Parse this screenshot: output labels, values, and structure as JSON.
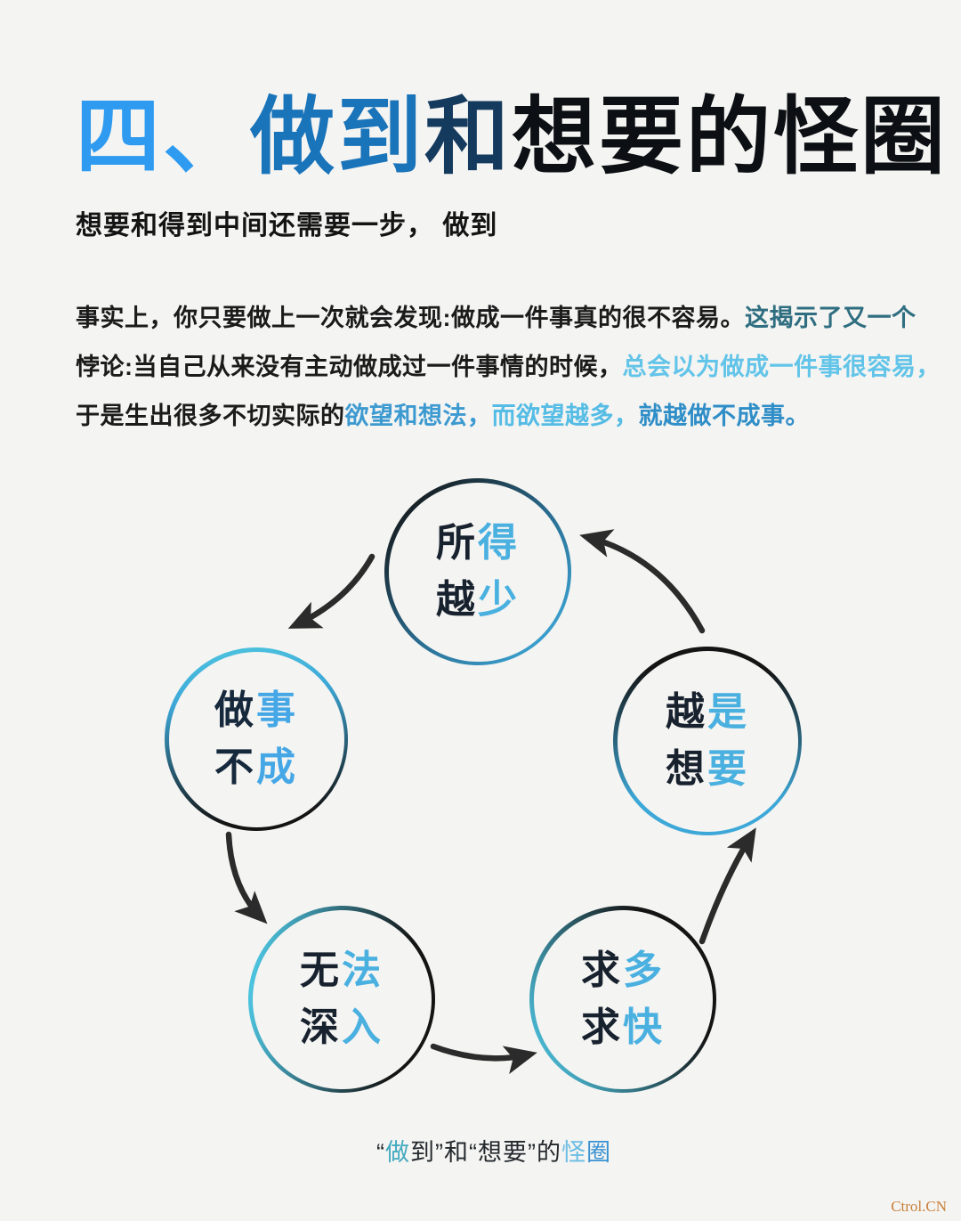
{
  "palette": {
    "background": "#f4f4f2",
    "body_text": "#1b1b1b",
    "node_text_dark": "#18222e",
    "node_text_blue": "#49b0e0",
    "ring_dark": "#141414",
    "ring_blue": "#3da8d8",
    "ring_cyan": "#4cc2de",
    "arrow": "#2b2b2b",
    "watermark": "#c8803c"
  },
  "header": {
    "title_segments": [
      {
        "text": "四、",
        "color": "#2e9bf0"
      },
      {
        "text": "做到",
        "color": "#1a74ba"
      },
      {
        "text": "和",
        "color": "#143a5e"
      },
      {
        "text": "想要的怪圈",
        "color": "#0c0f13"
      }
    ],
    "subtitle": "想要和得到中间还需要一步， 做到"
  },
  "paragraph": {
    "lines": [
      [
        {
          "text": "事实上，你只要做上一次就会发现:做成一件事真的很不容易。",
          "color": "#1b1b1b"
        },
        {
          "text": "这揭示了又一个",
          "color": "#2e6e80"
        }
      ],
      [
        {
          "text": "悖论:当自己从来没有主动做成过一件事情的时候，",
          "color": "#1b1b1b"
        },
        {
          "text": "总会以为做成一件事很容易，",
          "color": "#62c4e8"
        }
      ],
      [
        {
          "text": "于是生出很多不切实际的",
          "color": "#1b1b1b"
        },
        {
          "text": "欲望和想法，",
          "color": "#3d9ad1"
        },
        {
          "text": "而欲望越多，",
          "color": "#55bce5"
        },
        {
          "text": "就越做不成事。",
          "color": "#2f8ec7"
        }
      ]
    ]
  },
  "diagram": {
    "nodes": [
      {
        "name": "gain-less",
        "lines": [
          [
            {
              "ch": "所",
              "color": "#18222e"
            },
            {
              "ch": "得",
              "color": "#49b0e0"
            }
          ],
          [
            {
              "ch": "越",
              "color": "#18222e"
            },
            {
              "ch": "少",
              "color": "#49b0e0"
            }
          ]
        ]
      },
      {
        "name": "fail-to-do",
        "lines": [
          [
            {
              "ch": "做",
              "color": "#16283c"
            },
            {
              "ch": "事",
              "color": "#45a7e6"
            }
          ],
          [
            {
              "ch": "不",
              "color": "#16283c"
            },
            {
              "ch": "成",
              "color": "#45a7e6"
            }
          ]
        ]
      },
      {
        "name": "want-more",
        "lines": [
          [
            {
              "ch": "越",
              "color": "#18222e"
            },
            {
              "ch": "是",
              "color": "#49b0e0"
            }
          ],
          [
            {
              "ch": "想",
              "color": "#18222e"
            },
            {
              "ch": "要",
              "color": "#49b0e0"
            }
          ]
        ]
      },
      {
        "name": "cannot-go-deep",
        "lines": [
          [
            {
              "ch": "无",
              "color": "#18222e"
            },
            {
              "ch": "法",
              "color": "#49b0e0"
            }
          ],
          [
            {
              "ch": "深",
              "color": "#18222e"
            },
            {
              "ch": "入",
              "color": "#49b0e0"
            }
          ]
        ]
      },
      {
        "name": "seek-more-seek-fast",
        "lines": [
          [
            {
              "ch": "求",
              "color": "#18222e"
            },
            {
              "ch": "多",
              "color": "#49b0e0"
            }
          ],
          [
            {
              "ch": "求",
              "color": "#18222e"
            },
            {
              "ch": "快",
              "color": "#49b0e0"
            }
          ]
        ]
      }
    ],
    "caption_segments": [
      {
        "text": "“",
        "color": "#23282c"
      },
      {
        "text": "做",
        "color": "#43aac0"
      },
      {
        "text": "到”和“想要”的",
        "color": "#23282c"
      },
      {
        "text": "怪",
        "color": "#6cbde4"
      },
      {
        "text": "圈",
        "color": "#3a92d2"
      }
    ]
  },
  "watermark": "Ctrol.CN"
}
